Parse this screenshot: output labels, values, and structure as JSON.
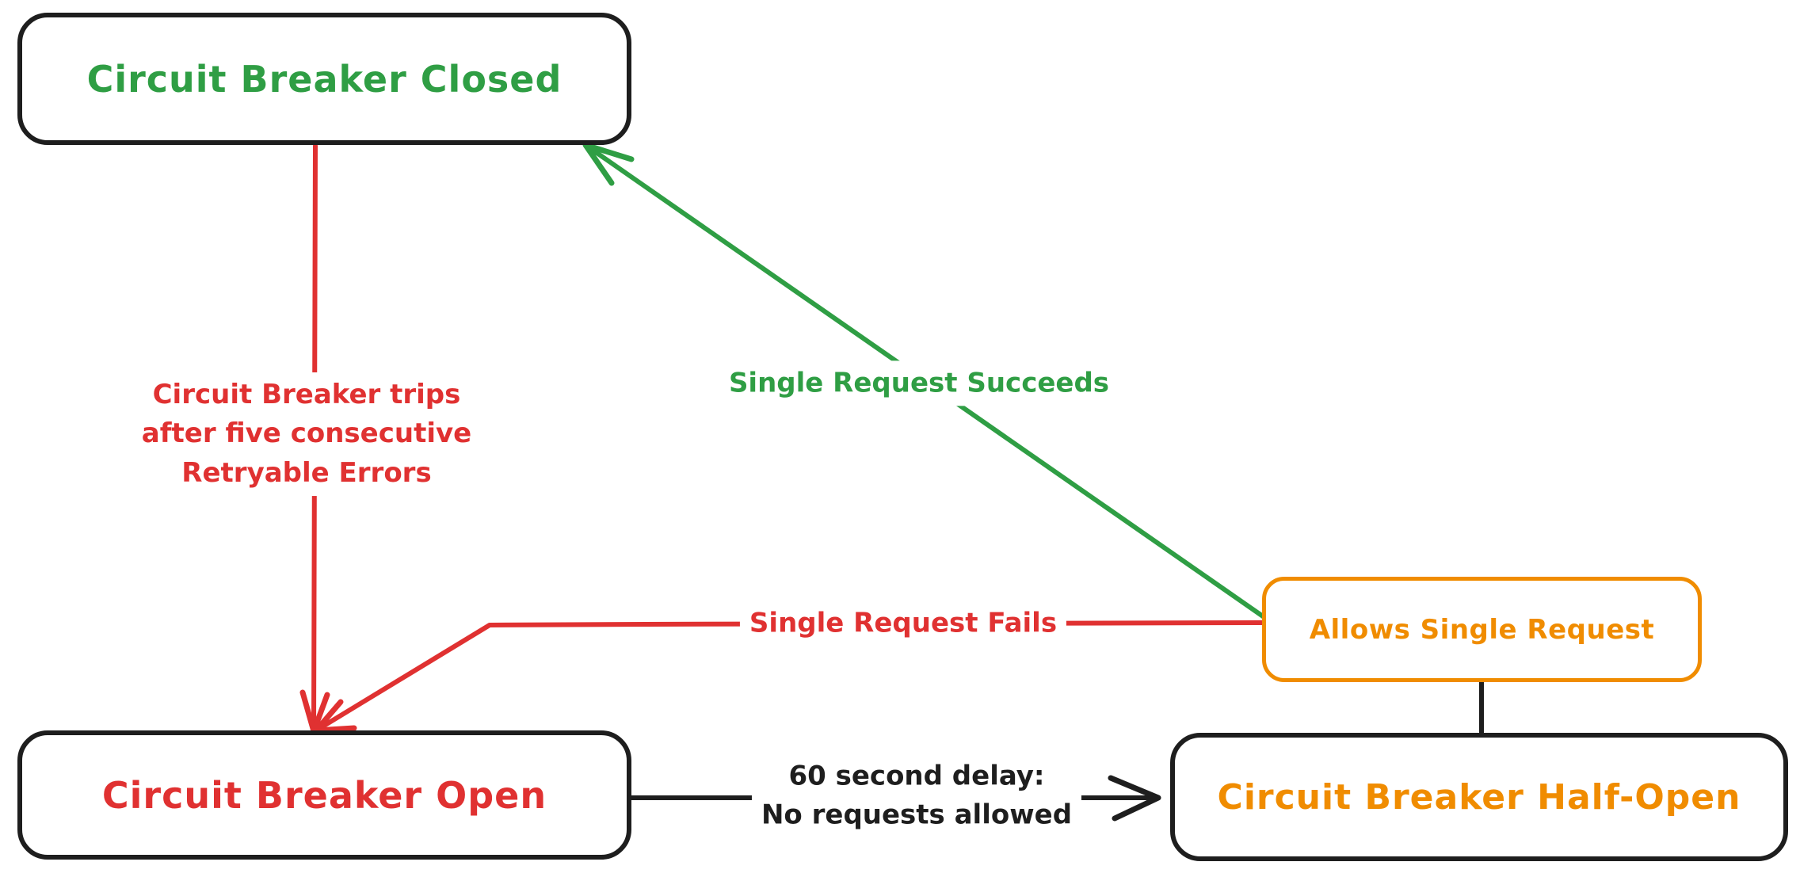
{
  "diagram": {
    "kind": "state-machine",
    "subject": "Circuit Breaker",
    "colors": {
      "black": "#1e1e1e",
      "red": "#e03131",
      "green": "#2f9e44",
      "orange": "#f08c00",
      "background": "#ffffff"
    },
    "nodes": {
      "closed": {
        "label": "Circuit Breaker Closed",
        "text_color": "#2f9e44",
        "border_color": "#1e1e1e"
      },
      "open": {
        "label": "Circuit Breaker Open",
        "text_color": "#e03131",
        "border_color": "#1e1e1e"
      },
      "half_open": {
        "label": "Circuit Breaker Half-Open",
        "text_color": "#f08c00",
        "border_color": "#1e1e1e"
      },
      "allows": {
        "label": "Allows Single Request",
        "text_color": "#f08c00",
        "border_color": "#f08c00"
      }
    },
    "edge_labels": {
      "trips": [
        "Circuit Breaker trips",
        "after five consecutive",
        "Retryable Errors"
      ],
      "succeeds": [
        "Single Request Succeeds"
      ],
      "fails": [
        "Single Request Fails"
      ],
      "delay": [
        "60 second delay:",
        "No requests allowed"
      ]
    },
    "edges": [
      {
        "from": "closed",
        "to": "open",
        "label_key": "trips",
        "color": "#e03131",
        "arrow_at": "open"
      },
      {
        "from": "allows",
        "to": "closed",
        "label_key": "succeeds",
        "color": "#2f9e44",
        "arrow_at": "closed"
      },
      {
        "from": "allows",
        "to": "open",
        "label_key": "fails",
        "color": "#e03131",
        "arrow_at": "open"
      },
      {
        "from": "open",
        "to": "half_open",
        "label_key": "delay",
        "color": "#1e1e1e",
        "arrow_at": "half_open"
      },
      {
        "from": "half_open",
        "to": "allows",
        "label_key": "",
        "color": "#1e1e1e",
        "arrow_at": ""
      }
    ]
  }
}
